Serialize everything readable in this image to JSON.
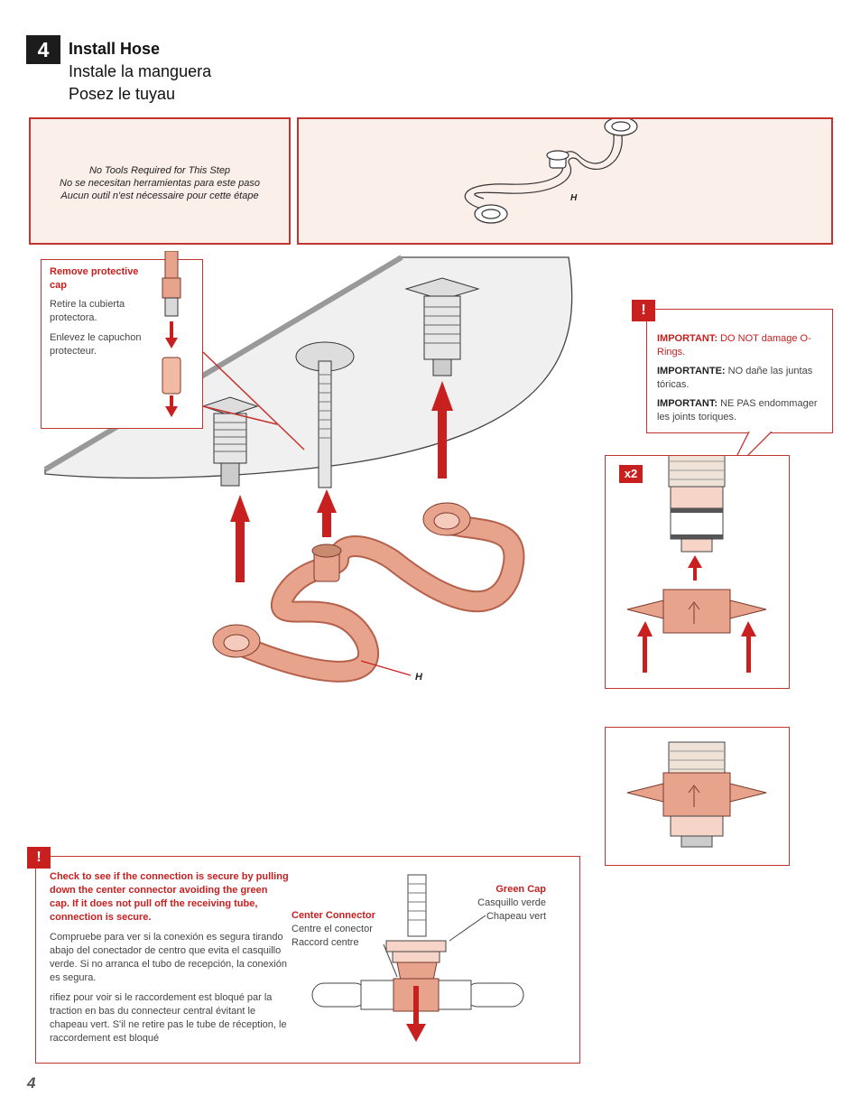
{
  "step": {
    "number": "4",
    "title_en": "Install Hose",
    "title_es": "Instale la manguera",
    "title_fr": "Posez le tuyau"
  },
  "tools_panel": {
    "line_en": "No Tools Required for This Step",
    "line_es": "No se necesitan herramientas para este paso",
    "line_fr": "Aucun outil n'est nécessaire pour cette étape"
  },
  "parts_panel": {
    "label": "H"
  },
  "cap_callout": {
    "title_en": "Remove protective cap",
    "text_es": "Retire la cubierta protectora.",
    "text_fr": "Enlevez le capuchon protecteur."
  },
  "main_illustration": {
    "hose_label": "H"
  },
  "oring_warning": {
    "badge": "!",
    "label_en": "IMPORTANT:",
    "text_en": "DO NOT damage O-Rings.",
    "label_es": "IMPORTANTE:",
    "text_es": "NO dañe las juntas tóricas.",
    "label_fr": "IMPORTANT:",
    "text_fr": "NE PAS endommager les joints toriques."
  },
  "detail_box": {
    "multiplier": "x2"
  },
  "secure_note": {
    "badge": "!",
    "text_en": "Check to see if the connection is secure by pulling down the center connector avoiding the green cap.  If it does not pull off the receiving tube, connection is secure.",
    "text_es": "Compruebe para ver si la conexión es segura tirando abajo del conectador de centro que evita el casquillo verde. Si no arranca el tubo de recepción, la conexión es segura.",
    "text_fr": "rifiez pour voir si le raccordement est bloqué par la traction en bas du connecteur central évitant le chapeau vert. S'il ne retire pas le tube de réception, le raccordement est bloqué",
    "center_connector_en": "Center Connector",
    "center_connector_es": "Centre el conector",
    "center_connector_fr": "Raccord centre",
    "green_cap_en": "Green Cap",
    "green_cap_es": "Casquillo verde",
    "green_cap_fr": "Chapeau vert"
  },
  "page_number": "4",
  "colors": {
    "accent_red": "#c8201f",
    "panel_bg": "#fbefe9",
    "hose": "#e8a38d",
    "hose_dark": "#b5604a"
  }
}
